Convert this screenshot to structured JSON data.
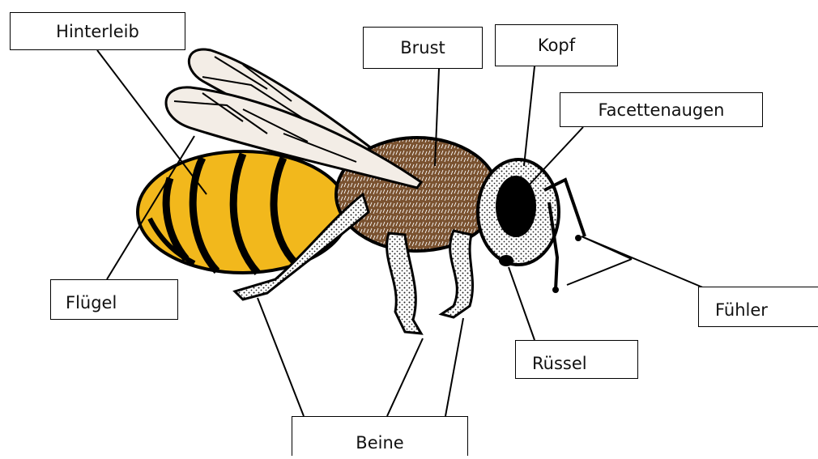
{
  "labels": {
    "hinterleib": "Hinterleib",
    "brust": "Brust",
    "kopf": "Kopf",
    "facettenaugen": "Facettenaugen",
    "fluegel": "Flügel",
    "fuehler": "Fühler",
    "ruessel": "Rüssel",
    "beine": "Beine"
  },
  "colors": {
    "abdomen": "#f2b81c",
    "thorax": "#7a5230",
    "wing": "#f3ede6",
    "outline": "#000000"
  }
}
